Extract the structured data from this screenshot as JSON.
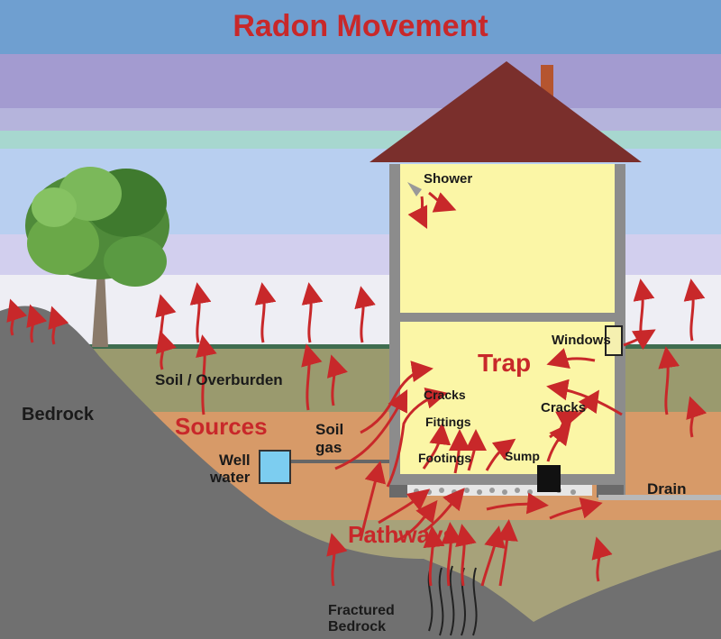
{
  "title": "Radon Movement",
  "labels": {
    "shower": "Shower",
    "windows": "Windows",
    "trap": "Trap",
    "soil_overburden": "Soil / Overburden",
    "bedrock": "Bedrock",
    "sources": "Sources",
    "soil_gas_line1": "Soil",
    "soil_gas_line2": "gas",
    "well_water_line1": "Well",
    "well_water_line2": "water",
    "cracks_left": "Cracks",
    "fittings": "Fittings",
    "footings": "Footings",
    "sump": "Sump",
    "cracks_right": "Cracks",
    "drain": "Drain",
    "pathways": "Pathways",
    "fractured_line1": "Fractured",
    "fractured_line2": "Bedrock"
  },
  "colors": {
    "title": "#c8282a",
    "arrow": "#c8282a",
    "roof": "#7a2f2c",
    "house_interior": "#fbf6a6",
    "wall": "#8c8c8c",
    "bedrock": "#707070",
    "soil": "#9a9a6e",
    "sources_layer": "#d79a68",
    "well_tank": "#7ccdf0"
  }
}
